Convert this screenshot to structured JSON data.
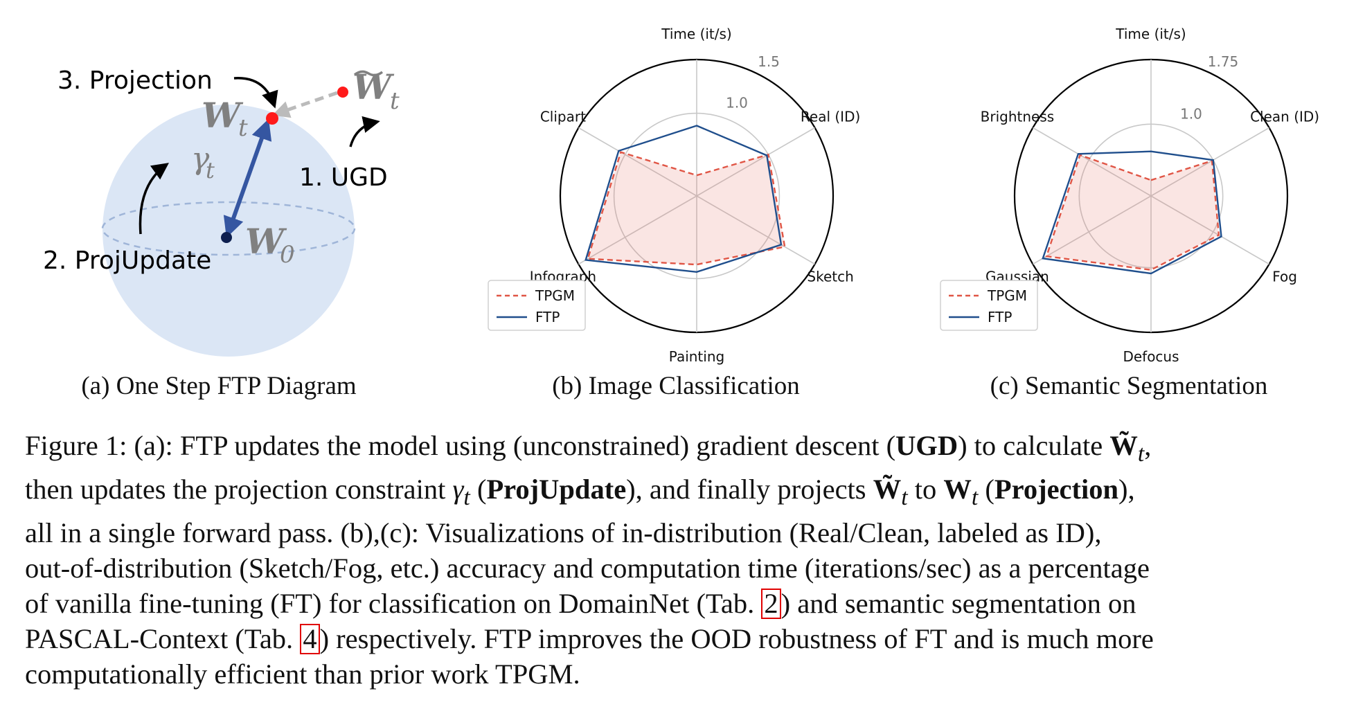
{
  "panel_a": {
    "labels": {
      "projection": "3. Projection",
      "ugd": "1. UGD",
      "projupdate": "2. ProjUpdate",
      "w_t": "W",
      "w_t_sub": "t",
      "w_tilde": "W",
      "w_tilde_sub": "t",
      "gamma": "γ",
      "gamma_sub": "t",
      "w0": "W",
      "w0_sub": "0"
    },
    "colors": {
      "sphere": "#dbe6f5",
      "arrow": "#3556a1",
      "point": "#ff1a1a",
      "dashed": "#bbbbbb"
    }
  },
  "subcaptions": {
    "a": "(a) One Step FTP Diagram",
    "b": "(b) Image Classification",
    "c": "(c) Semantic Segmentation"
  },
  "chart_data": [
    {
      "type": "radar",
      "axes": [
        "Time (it/s)",
        "Real (ID)",
        "Sketch",
        "Painting",
        "Infograph",
        "Clipart"
      ],
      "ring_labels": [
        "1.0",
        "1.5"
      ],
      "legend": [
        "TPGM",
        "FTP"
      ],
      "legend_position": "lower-left",
      "series": [
        {
          "name": "TPGM",
          "style": "dashed",
          "color": "#e05545",
          "values": [
            0.25,
            1.0,
            1.23,
            0.83,
            1.52,
            1.06
          ]
        },
        {
          "name": "FTP",
          "style": "solid",
          "color": "#1f4e8c",
          "values": [
            0.85,
            0.98,
            1.18,
            0.92,
            1.55,
            1.09
          ]
        }
      ],
      "rmax": 1.65
    },
    {
      "type": "radar",
      "axes": [
        "Time (it/s)",
        "Clean (ID)",
        "Fog",
        "Defocus",
        "Gaussian",
        "Brightness"
      ],
      "ring_labels": [
        "1.0",
        "1.75"
      ],
      "legend": [
        "TPGM",
        "FTP"
      ],
      "legend_position": "lower-left",
      "series": [
        {
          "name": "TPGM",
          "style": "dashed",
          "color": "#e05545",
          "values": [
            0.22,
            0.98,
            1.09,
            1.03,
            1.68,
            1.14
          ]
        },
        {
          "name": "FTP",
          "style": "solid",
          "color": "#1f4e8c",
          "values": [
            0.62,
            1.0,
            1.13,
            1.08,
            1.74,
            1.17
          ]
        }
      ],
      "rmax": 1.9
    }
  ],
  "caption": {
    "l1a": "Figure 1: (a): FTP updates the model using (unconstrained) gradient descent (",
    "l1b": "UGD",
    "l1c": ") to calculate ",
    "l1d": "W̃",
    "l1e": "t",
    "l1f": ",",
    "l2a": "then updates the projection constraint ",
    "l2b": "γ",
    "l2c": "t",
    "l2d": " (",
    "l2e": "ProjUpdate",
    "l2f": "), and finally projects ",
    "l2g": "W̃",
    "l2h": "t",
    "l2i": " to ",
    "l2j": "W",
    "l2k": "t",
    "l2l": " (",
    "l2m": "Projection",
    "l2n": "),",
    "l3": "all in a single forward pass. (b),(c): Visualizations of in-distribution (Real/Clean, labeled as ID),",
    "l4": "out-of-distribution (Sketch/Fog, etc.) accuracy and computation time (iterations/sec) as a percentage",
    "l5a": "of vanilla fine-tuning (FT) for classification on DomainNet (Tab. ",
    "l5b": "2",
    "l5c": ") and semantic segmentation on",
    "l6a": "PASCAL-Context (Tab. ",
    "l6b": "4",
    "l6c": ") respectively. FTP improves the OOD robustness of FT and is much more",
    "l7": "computationally efficient than prior work TPGM."
  }
}
